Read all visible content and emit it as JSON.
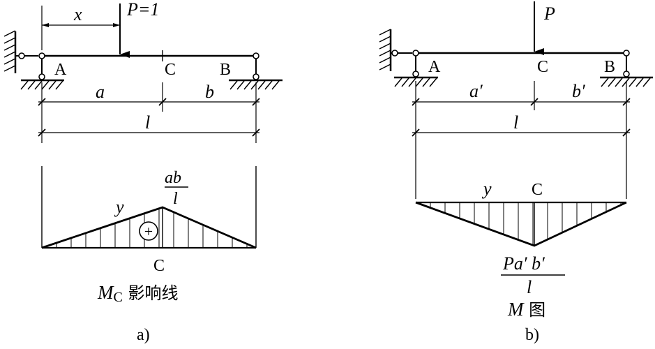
{
  "panel_a": {
    "load_label": "P=1",
    "x_label": "x",
    "point_a": "A",
    "point_c": "C",
    "point_b": "B",
    "dim_a": "a",
    "dim_b": "b",
    "dim_l": "l",
    "peak_num": "ab",
    "peak_den": "l",
    "y_label": "y",
    "plus_sign": "+",
    "c_below": "C",
    "caption_m": "M",
    "caption_sub": "C",
    "caption_cn": " 影响线",
    "tag": "a)"
  },
  "panel_b": {
    "load_label": "P",
    "point_a": "A",
    "point_c": "C",
    "point_b": "B",
    "dim_a": "a′",
    "dim_b": "b′",
    "dim_l": "l",
    "y_label": "y",
    "c_mid": "C",
    "value_num": "Pa′ b′",
    "value_den": "l",
    "caption_m": "M",
    "caption_cn": " 图",
    "tag": "b)"
  },
  "hatch_icons": [
    "wall-hatch-icon",
    "ground-hatch-icon"
  ]
}
